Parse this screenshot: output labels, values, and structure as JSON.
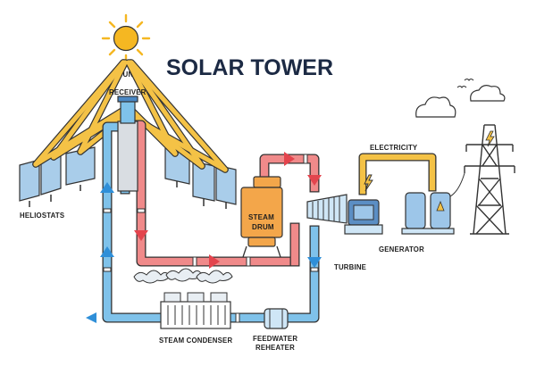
{
  "title": "SOLAR TOWER",
  "labels": {
    "sun": "SUN",
    "receiver": "RECEIVER",
    "heliostats": "HELIOSTATS",
    "steam_drum": [
      "STEAM",
      "DRUM"
    ],
    "electricity": "ELECTRICITY",
    "generator": "GENERATOR",
    "turbine": "TURBINE",
    "steam_condenser": "STEAM CONDENSER",
    "feedwater_reheater": [
      "FEEDWATER",
      "REHEATER"
    ]
  },
  "colors": {
    "hot_pipe": "#f08a8a",
    "cold_pipe": "#7fc2ea",
    "cold_arrow": "#2f8fd8",
    "hot_arrow": "#e3444d",
    "sunlight_beam": "#f4c246",
    "sun": "#f5b722",
    "mirror": "#a9cdea",
    "steam_drum": "#f3a64a",
    "tank": "#9dc6e9",
    "outline": "#222222",
    "title": "#1c2a44"
  },
  "icons": [
    "sun-icon",
    "cloud-icon",
    "bird-icon",
    "lightning-icon",
    "power-tower-icon"
  ]
}
